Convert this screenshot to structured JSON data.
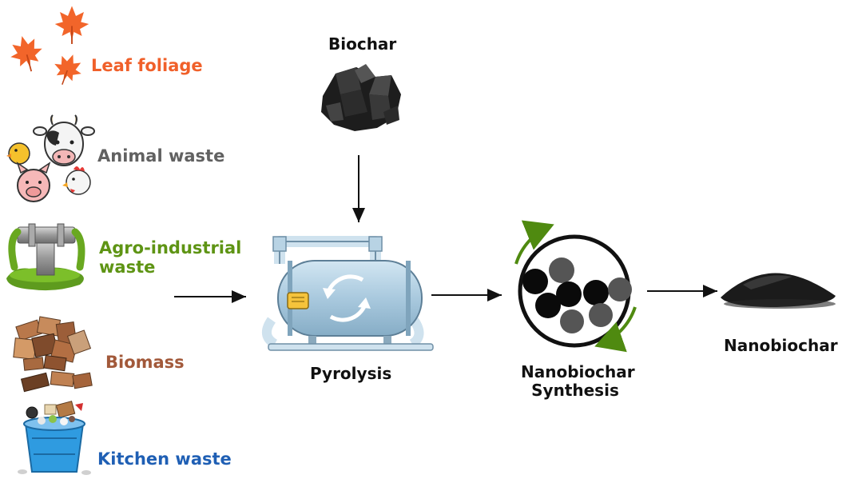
{
  "sources": [
    {
      "id": "leaf",
      "label": "Leaf foliage",
      "color": "#f0602a",
      "icon": "maple-leaves"
    },
    {
      "id": "animal",
      "label": "Animal waste",
      "color": "#616161",
      "icon": "farm-animals"
    },
    {
      "id": "agro",
      "label": "Agro-industrial\nwaste",
      "color": "#5e9414",
      "icon": "waste-pipe"
    },
    {
      "id": "biomass",
      "label": "Biomass",
      "color": "#a2593a",
      "icon": "wood-pile"
    },
    {
      "id": "kitchen",
      "label": "Kitchen waste",
      "color": "#1f5fb4",
      "icon": "food-waste-bin"
    }
  ],
  "nodes": {
    "biochar": {
      "label": "Biochar",
      "icon": "biochar-chunks"
    },
    "pyrolysis": {
      "label": "Pyrolysis",
      "icon": "pyrolysis-tank"
    },
    "synthesis": {
      "label": "Nanobiochar\nSynthesis",
      "icon": "nanoparticle-circle"
    },
    "nanobiochar": {
      "label": "Nanobiochar",
      "icon": "powder-pile"
    }
  },
  "colors": {
    "arrow": "#111111",
    "cycle_arrow": "#4f8a10",
    "tank": "#a9c9de",
    "particle_dark": "#0a0a0a",
    "particle_grey": "#555555"
  }
}
